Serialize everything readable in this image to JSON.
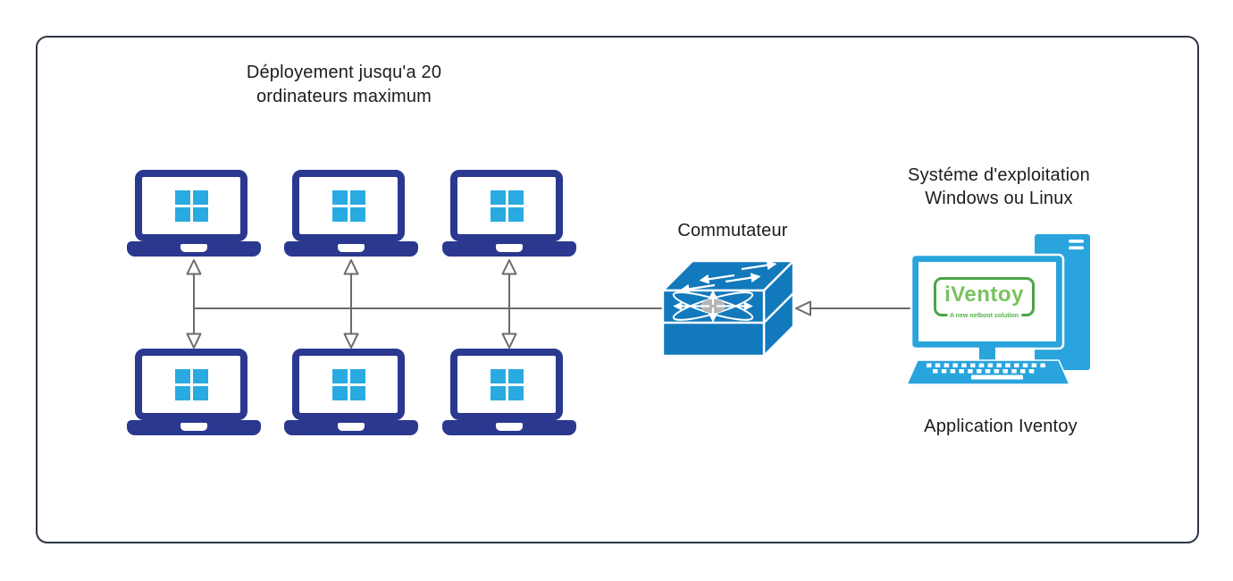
{
  "title": {
    "line1": "Déployement jusqu'a 20",
    "line2": "ordinateurs maximum"
  },
  "switch": {
    "label": "Commutateur"
  },
  "server": {
    "os_line1": "Systéme d'exploitation",
    "os_line2": "Windows ou Linux",
    "app_label": "Application Iventoy",
    "logo_text": "iVentoy",
    "logo_tagline": "A new netboot solution"
  },
  "clients": {
    "count": 6,
    "rows": 2,
    "columns": 3
  },
  "colors": {
    "frame_border": "#2e3645",
    "laptop_navy": "#2b3890",
    "windows_cyan": "#29abe2",
    "switch_blue": "#1379bd",
    "computer_blue": "#29a4dc",
    "connector_gray": "#6b6b6b",
    "iventoy_border_green": "#4aa546",
    "iventoy_text_green": "#77c25d"
  }
}
